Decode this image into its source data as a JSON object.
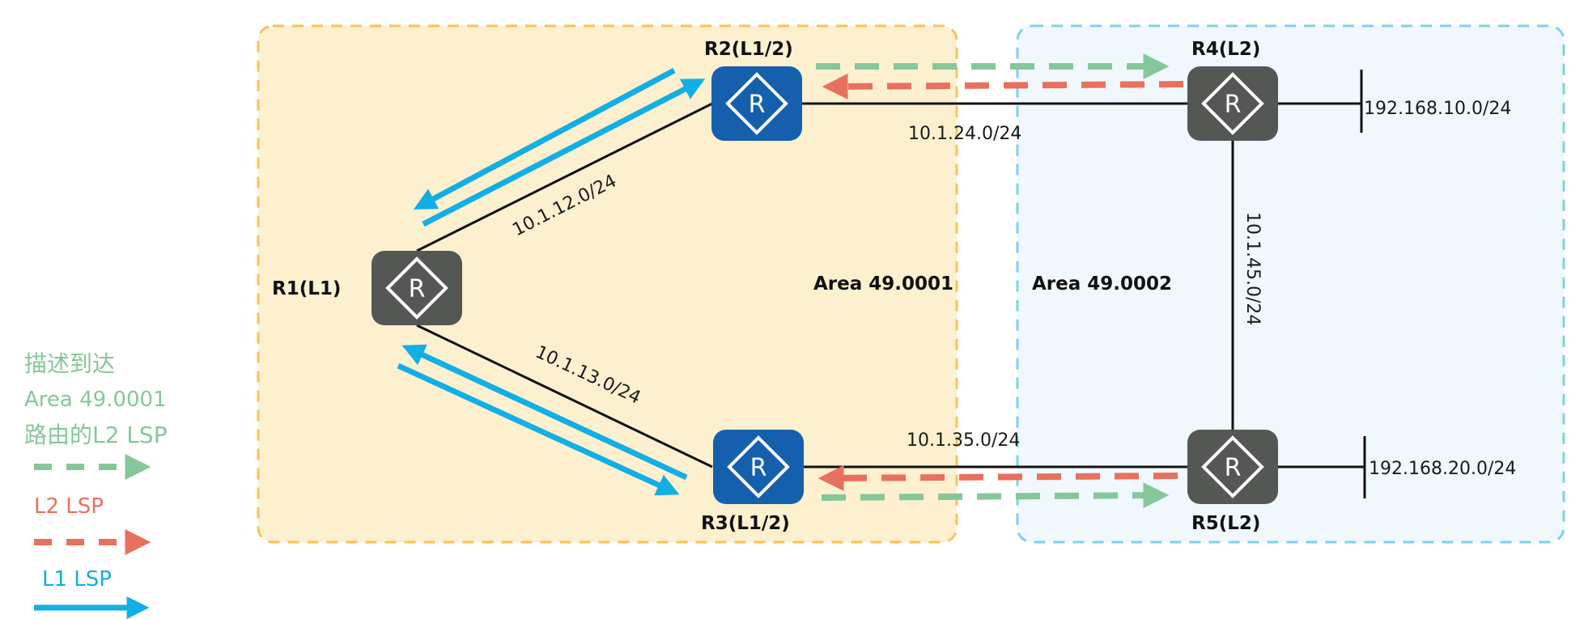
{
  "diagram": {
    "areas": [
      {
        "id": "area1",
        "label": "Area 49.0001",
        "color": "#f6c25a",
        "fill": "#fdf0cf"
      },
      {
        "id": "area2",
        "label": "Area 49.0002",
        "color": "#7fd0ea",
        "fill": "#f0f8fe"
      }
    ],
    "routers": [
      {
        "id": "R1",
        "label": "R1(L1)",
        "type": "L1",
        "color": "#555754"
      },
      {
        "id": "R2",
        "label": "R2(L1/2)",
        "type": "L1/2",
        "color": "#1560ad"
      },
      {
        "id": "R3",
        "label": "R3(L1/2)",
        "type": "L1/2",
        "color": "#1560ad"
      },
      {
        "id": "R4",
        "label": "R4(L2)",
        "type": "L2",
        "color": "#555754"
      },
      {
        "id": "R5",
        "label": "R5(L2)",
        "type": "L2",
        "color": "#555754"
      }
    ],
    "router_icon_glyph": "R",
    "links": [
      {
        "from": "R1",
        "to": "R2",
        "network": "10.1.12.0/24"
      },
      {
        "from": "R1",
        "to": "R3",
        "network": "10.1.13.0/24"
      },
      {
        "from": "R2",
        "to": "R4",
        "network": "10.1.24.0/24"
      },
      {
        "from": "R3",
        "to": "R5",
        "network": "10.1.35.0/24"
      },
      {
        "from": "R4",
        "to": "R5",
        "network": "10.1.45.0/24"
      }
    ],
    "stub_networks": [
      {
        "router": "R4",
        "network": "192.168.10.0/24"
      },
      {
        "router": "R5",
        "network": "192.168.20.0/24"
      }
    ],
    "lsp_flows": [
      {
        "type": "L1 LSP",
        "from": "R2",
        "to": "R1"
      },
      {
        "type": "L1 LSP",
        "from": "R1",
        "to": "R2"
      },
      {
        "type": "L1 LSP",
        "from": "R3",
        "to": "R1"
      },
      {
        "type": "L1 LSP",
        "from": "R1",
        "to": "R3"
      },
      {
        "type": "L2 LSP (Area 49.0001 routes)",
        "from": "R2",
        "to": "R4"
      },
      {
        "type": "L2 LSP",
        "from": "R4",
        "to": "R2"
      },
      {
        "type": "L2 LSP",
        "from": "R5",
        "to": "R3"
      },
      {
        "type": "L2 LSP (Area 49.0001 routes)",
        "from": "R3",
        "to": "R5"
      }
    ]
  },
  "legend": {
    "green": {
      "lines": [
        "描述到达",
        "Area 49.0001",
        "路由的L2 LSP"
      ],
      "color": "#86c79a"
    },
    "red": {
      "label": "L2 LSP",
      "color": "#e8705e"
    },
    "blue": {
      "label": "L1 LSP",
      "color": "#12aee6"
    }
  }
}
